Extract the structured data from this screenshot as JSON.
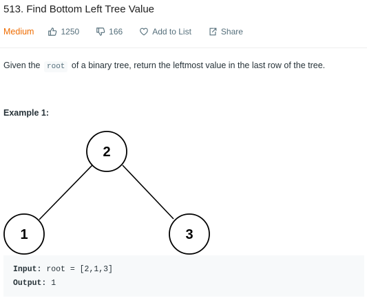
{
  "problem": {
    "title": "513. Find Bottom Left Tree Value",
    "difficulty": "Medium",
    "likes": "1250",
    "dislikes": "166",
    "add_to_list_label": "Add to List",
    "share_label": "Share"
  },
  "description": {
    "before": "Given the",
    "code": "root",
    "after": "of a binary tree, return the leftmost value in the last row of the tree."
  },
  "example": {
    "heading": "Example 1:",
    "tree": {
      "root": "2",
      "left": "1",
      "right": "3"
    },
    "input_label": "Input:",
    "input_value": "root = [2,1,3]",
    "output_label": "Output:",
    "output_value": "1"
  },
  "colors": {
    "difficulty_medium": "#ef6c00",
    "meta_text": "#546e7a",
    "code_background": "#f7f9fa"
  },
  "icons": [
    "thumbs-up-icon",
    "thumbs-down-icon",
    "heart-icon",
    "share-icon"
  ]
}
